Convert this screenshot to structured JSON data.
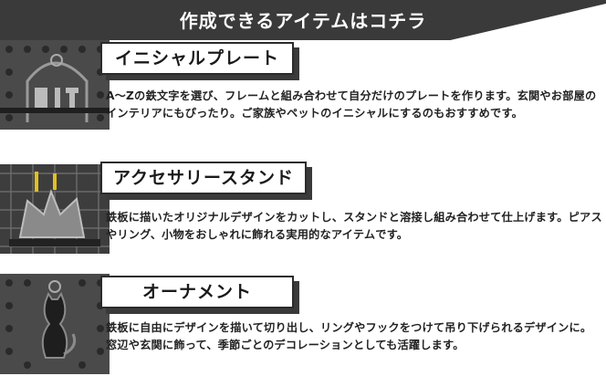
{
  "banner": {
    "title": "作成できるアイテムはコチラ",
    "color": "#3a3a3a"
  },
  "items": [
    {
      "label": "イニシャルプレート",
      "photo_icon": "initial-plate-photo",
      "description": [
        "A～Zの鉄文字を選び、フレームと組み合わせて自分だけのプレートを作ります。玄関やお部屋のインテリアにもぴったり。ご家族やペットのイニシャルにするのもおすすめです。"
      ]
    },
    {
      "label": "アクセサリースタンド",
      "photo_icon": "accessory-stand-photo",
      "description": [
        "鉄板に描いたオリジナルデザインをカットし、スタンドと溶接し組み合わせて仕上げます。ピアスやリング、小物をおしゃれに飾れる実用的なアイテムです。"
      ]
    },
    {
      "label": "オーナメント",
      "photo_icon": "ornament-photo",
      "description": [
        "鉄板に自由にデザインを描いて切り出し、リングやフックをつけて吊り下げられるデザインに。",
        "窓辺や玄関に飾って、季節ごとのデコレーションとしても活躍します。"
      ]
    }
  ]
}
